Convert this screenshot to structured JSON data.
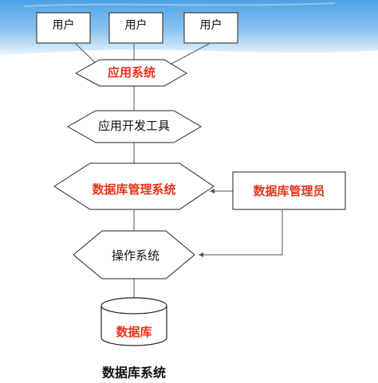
{
  "diagram": {
    "users": [
      "用户",
      "用户",
      "用户"
    ],
    "application_system": "应用系统",
    "dev_tools": "应用开发工具",
    "dbms": "数据库管理系统",
    "dba": "数据库管理员",
    "os": "操作系统",
    "database": "数据库",
    "caption": "数据库系统"
  },
  "colors": {
    "banner_top": "#5aa9e6",
    "banner_bottom": "#eaf4fb",
    "red_text": "#e8341c",
    "black_text": "#111111",
    "line": "#555555"
  }
}
